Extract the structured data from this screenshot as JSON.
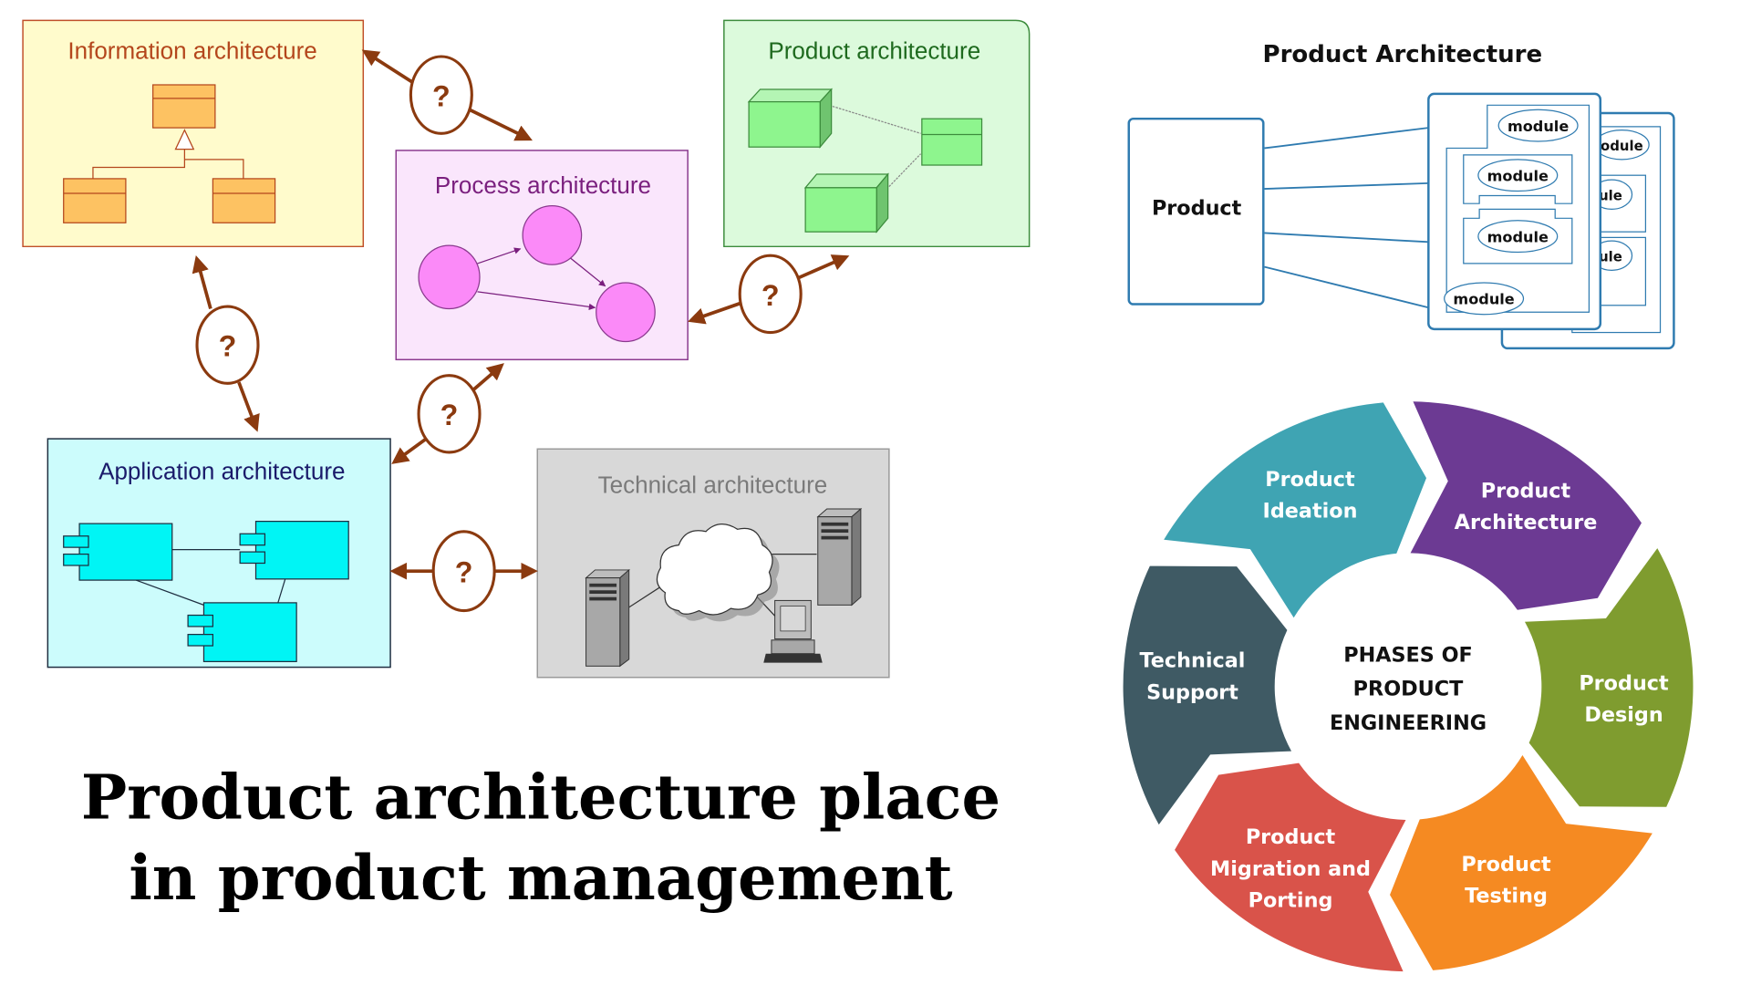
{
  "title": {
    "line1": "Product architecture place",
    "line2": "in product management"
  },
  "architecture_map": {
    "connector_label": "?",
    "colors": {
      "connector": "#8b3a0f"
    },
    "boxes": {
      "information": {
        "label": "Information architecture",
        "fill": "#fffbcc",
        "stroke": "#c0502a",
        "text_color": "#b4461c"
      },
      "process": {
        "label": "Process architecture",
        "fill": "#fae6fc",
        "stroke": "#8a3a8e",
        "text_color": "#7a1f7e"
      },
      "product": {
        "label": "Product architecture",
        "fill": "#dcfadc",
        "stroke": "#3c8c3c",
        "text_color": "#1e6a1e"
      },
      "application": {
        "label": "Application architecture",
        "fill": "#ccfcfc",
        "stroke": "#1e2e40",
        "text_color": "#1a1a6a"
      },
      "technical": {
        "label": "Technical architecture",
        "fill": "#d8d8d8",
        "stroke": "#9a9a9a",
        "text_color": "#7a7a7a"
      }
    }
  },
  "product_architecture": {
    "title": "Product Architecture",
    "product_label": "Product",
    "module_label": "module",
    "partial_labels": [
      "odule",
      "ule",
      "ule"
    ],
    "stroke": "#2f7bb0"
  },
  "phases": {
    "center_lines": [
      "PHASES OF",
      "PRODUCT",
      "ENGINEERING"
    ],
    "segments": [
      {
        "name": "ideation",
        "lines": [
          "Product",
          "Ideation"
        ],
        "color": "#3fa4b3"
      },
      {
        "name": "architecture",
        "lines": [
          "Product",
          "Architecture"
        ],
        "color": "#6c3a93"
      },
      {
        "name": "design",
        "lines": [
          "Product",
          "Design"
        ],
        "color": "#7f9c2f"
      },
      {
        "name": "testing",
        "lines": [
          "Product",
          "Testing"
        ],
        "color": "#f58a22"
      },
      {
        "name": "migration",
        "lines": [
          "Product",
          "Migration and",
          "Porting"
        ],
        "color": "#d9534a"
      },
      {
        "name": "support",
        "lines": [
          "Technical",
          "Support"
        ],
        "color": "#3f5a64"
      }
    ]
  }
}
